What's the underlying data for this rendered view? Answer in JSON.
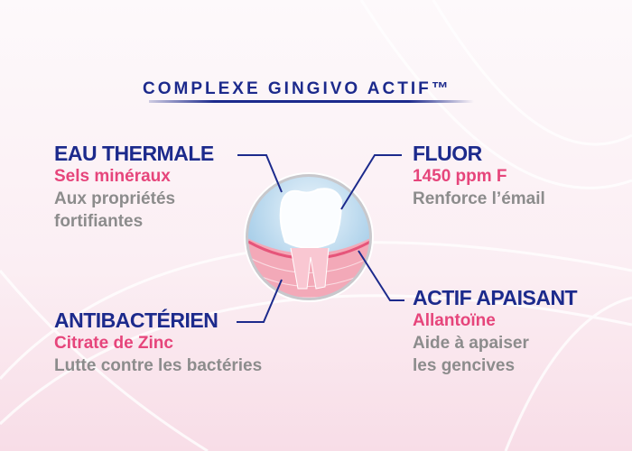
{
  "title": "COMPLEXE GINGIVO ACTIF™",
  "blocks": {
    "eau": {
      "heading": "EAU THERMALE",
      "ingredient": "Sels minéraux",
      "desc1": "Aux propriétés",
      "desc2": "fortifiantes"
    },
    "fluor": {
      "heading": "FLUOR",
      "ingredient": "1450 ppm F",
      "desc1": "Renforce l’émail"
    },
    "anti": {
      "heading": "ANTIBACTÉRIEN",
      "ingredient": "Citrate de Zinc",
      "desc1": "Lutte contre les bactéries"
    },
    "actif": {
      "heading": "ACTIF APAISANT",
      "ingredient": "Allantoïne",
      "desc1": "Aide à apaiser",
      "desc2": "les gencives"
    }
  },
  "colors": {
    "navy": "#1c2a8c",
    "pink": "#e6457b",
    "gray": "#8c8c8c"
  }
}
